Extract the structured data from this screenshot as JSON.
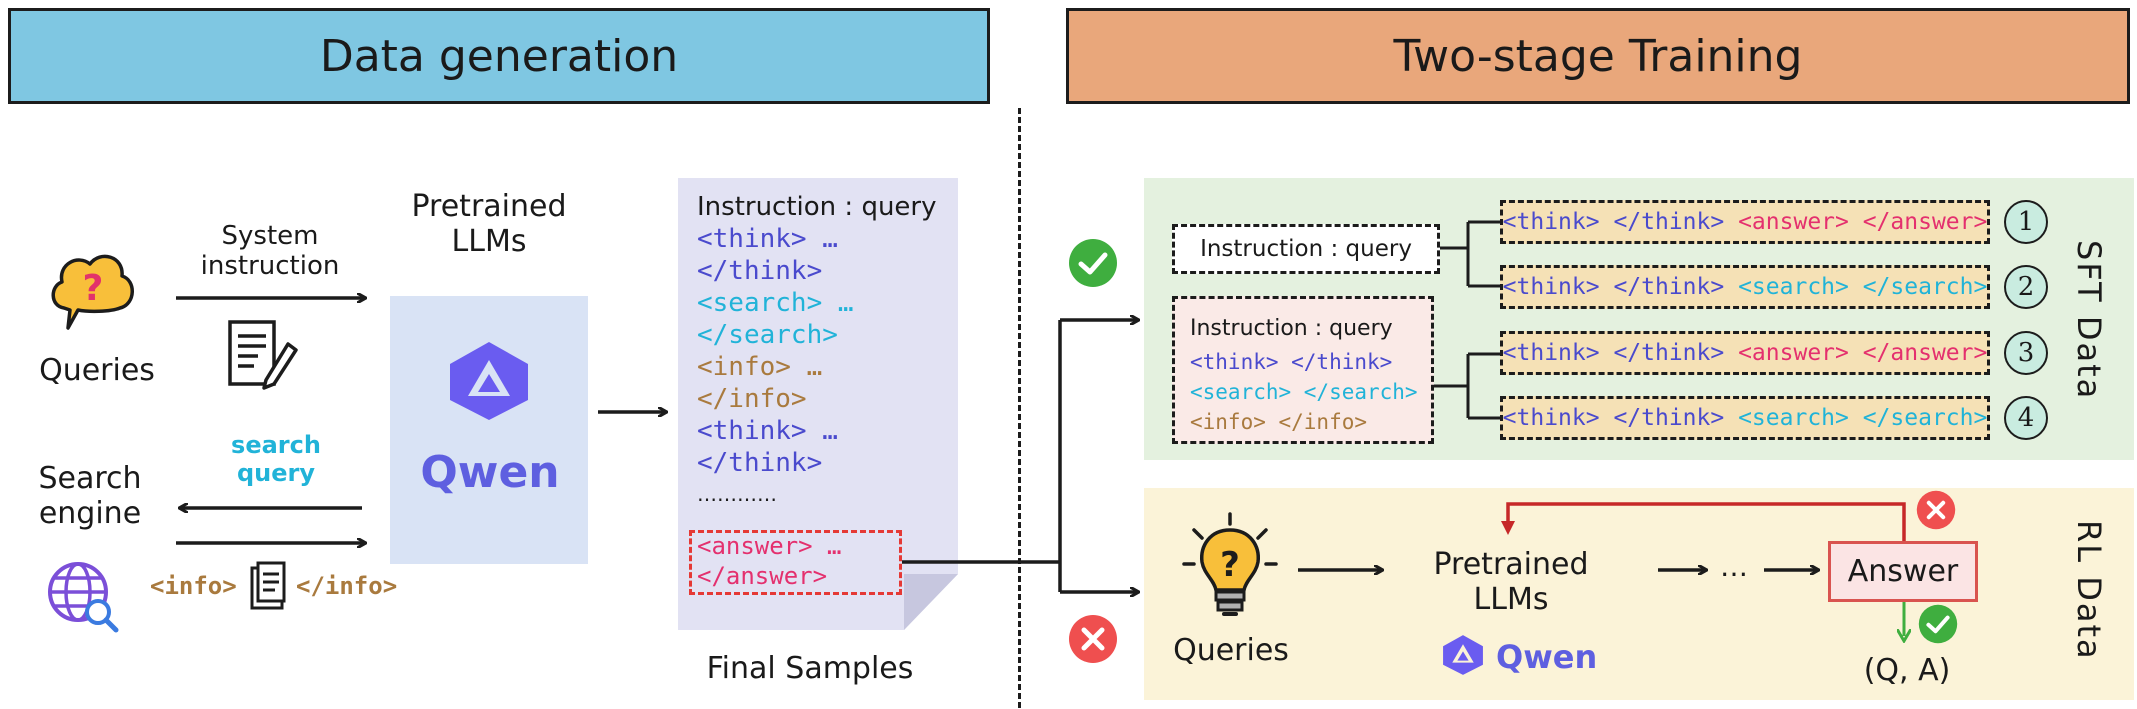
{
  "headers": {
    "left": "Data generation",
    "right": "Two-stage Training"
  },
  "colors": {
    "left_header_bg": "#7fc7e2",
    "right_header_bg": "#e9a77b",
    "sft_panel_bg": "#e4f1df",
    "rl_panel_bg": "#fbf3d8",
    "think_blue": "#4a4acd",
    "search_cyan": "#21b3d8",
    "info_brown": "#a97a3e",
    "answer_pink": "#e4306e",
    "error_red": "#e53935",
    "check_green": "#3fae3f"
  },
  "left": {
    "queries_label": "Queries",
    "system_instruction": "System\ninstruction",
    "pretrained_label": "Pretrained\nLLMs",
    "qwen_label": "Qwen",
    "search_query": "search\nquery",
    "search_engine": "Search\nengine",
    "info_open": "<info>",
    "info_close": "</info>",
    "icons": [
      "question-cloud-icon",
      "document-pen-icon",
      "qwen-logo-icon",
      "globe-search-icon",
      "clipboard-icon"
    ]
  },
  "sample_doc": {
    "instruction": "Instruction : query",
    "think_open": "<think> …",
    "think_close": "</think>",
    "search_open": "<search> …",
    "search_close": "</search>",
    "info_open": "<info> …",
    "info_close": "</info>",
    "think2_open": "<think> …",
    "think2_close": "</think>",
    "ellipsis": "…………",
    "answer_open": "<answer> …",
    "answer_close": "</answer>",
    "caption": "Final Samples"
  },
  "sft": {
    "label": "SFT Data",
    "instr1": "Instruction : query",
    "instr2": {
      "line1": "Instruction : query",
      "line2": "<think> </think>",
      "line3": "<search> </search>",
      "line4": "<info> </info>"
    },
    "rows": [
      {
        "num": "1",
        "think": "<think> </think> ",
        "tail": "<answer> </answer>",
        "tail_color": "#e4306e"
      },
      {
        "num": "2",
        "think": "<think> </think> ",
        "tail": "<search> </search>",
        "tail_color": "#21b3d8"
      },
      {
        "num": "3",
        "think": "<think> </think> ",
        "tail": "<answer> </answer>",
        "tail_color": "#e4306e"
      },
      {
        "num": "4",
        "think": "<think> </think> ",
        "tail": "<search> </search>",
        "tail_color": "#21b3d8"
      }
    ]
  },
  "rl": {
    "label": "RL Data",
    "queries_label": "Queries",
    "pretrained_label": "Pretrained\nLLMs",
    "qwen_label": "Qwen",
    "ellipsis": "…",
    "answer_label": "Answer",
    "qa_label": "(Q, A)"
  }
}
